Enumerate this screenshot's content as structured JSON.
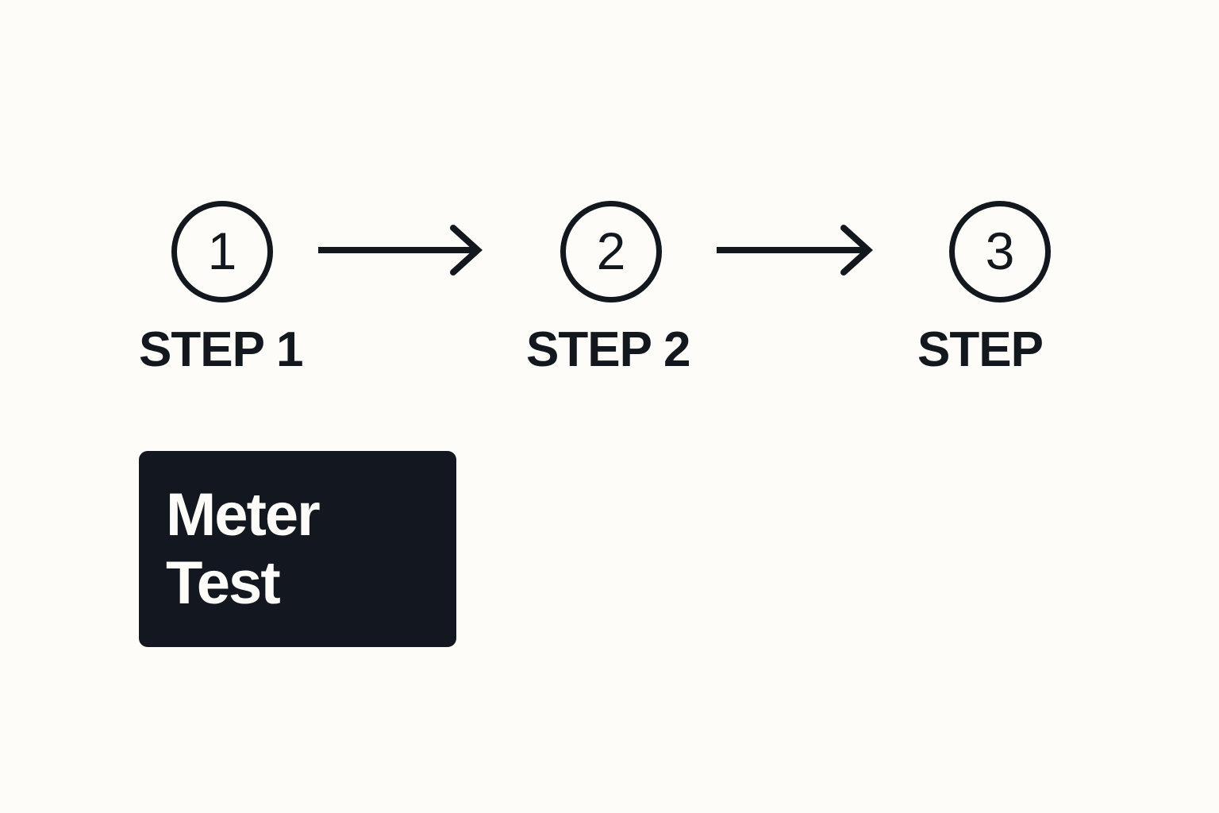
{
  "canvas": {
    "background_color": "#fdfcf8",
    "ink_color": "#13181e"
  },
  "step_flow": {
    "steps": [
      {
        "number": "1",
        "label": "STEP 1"
      },
      {
        "number": "2",
        "label": "STEP 2"
      },
      {
        "number": "3",
        "label": "STEP"
      }
    ],
    "connectors": [
      {
        "name": "arrow-right",
        "from": "1",
        "to": "2"
      },
      {
        "name": "arrow-right",
        "from": "2",
        "to": "3"
      }
    ]
  },
  "card": {
    "title_line_1": "Meter",
    "title_line_2": "Test",
    "background_color": "#131820",
    "text_color": "#fdfcf8"
  }
}
